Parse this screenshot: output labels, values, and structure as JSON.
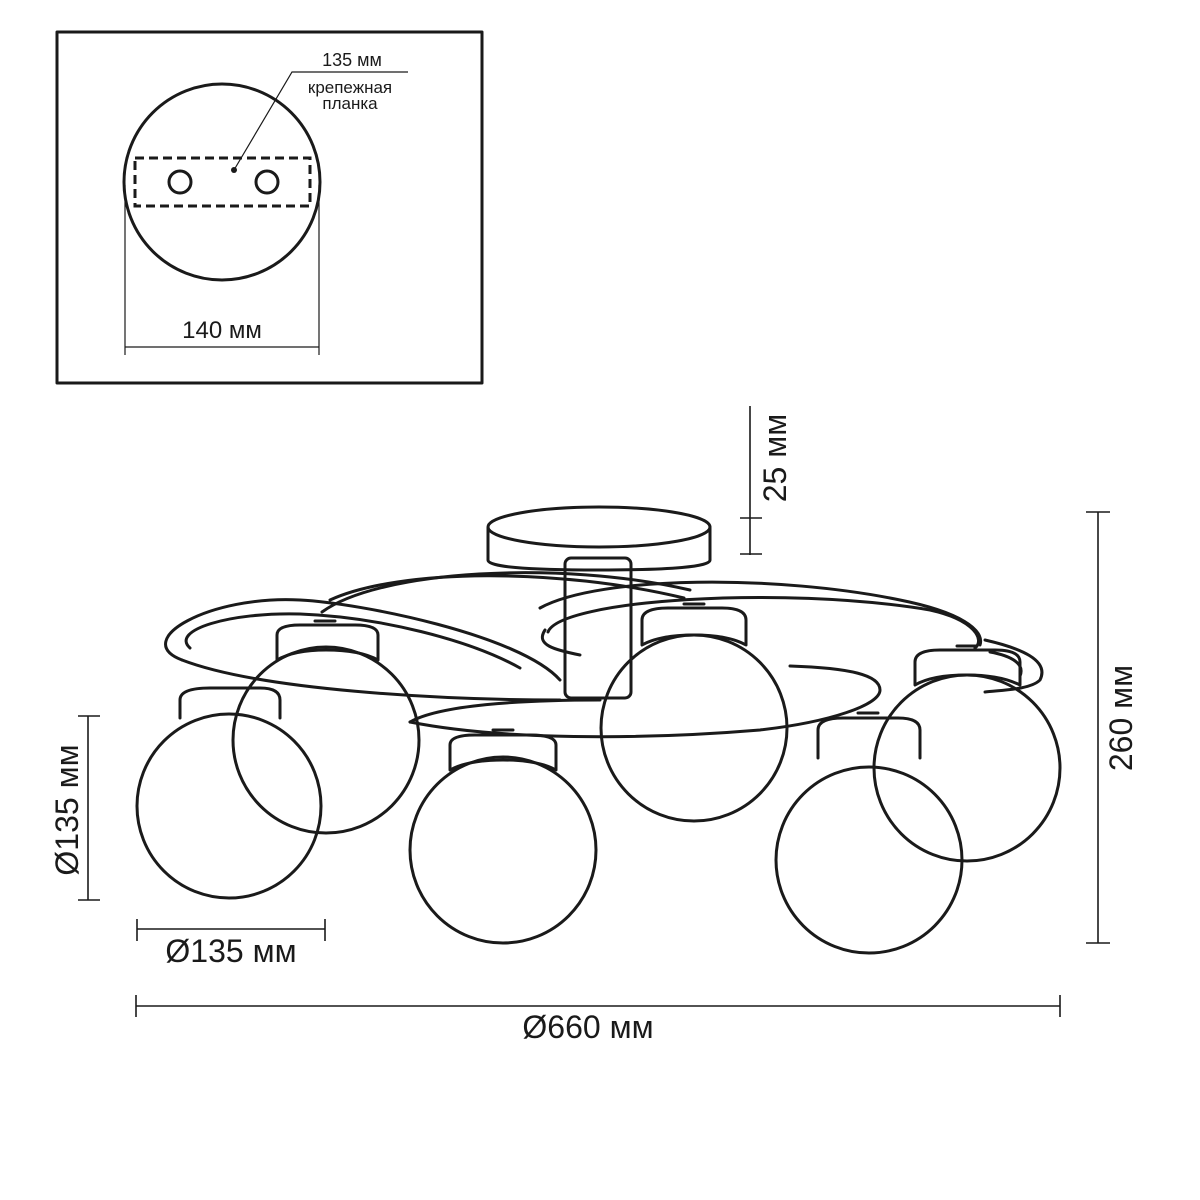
{
  "inset": {
    "plate_length": "135 мм",
    "plate_label_line1": "крепежная",
    "plate_label_line2": "планка",
    "base_diameter": "140 мм"
  },
  "dimensions": {
    "canopy_height": "25 мм",
    "total_height": "260 мм",
    "shade_height": "Ø135 мм",
    "shade_width": "Ø135 мм",
    "total_diameter": "Ø660 мм"
  }
}
